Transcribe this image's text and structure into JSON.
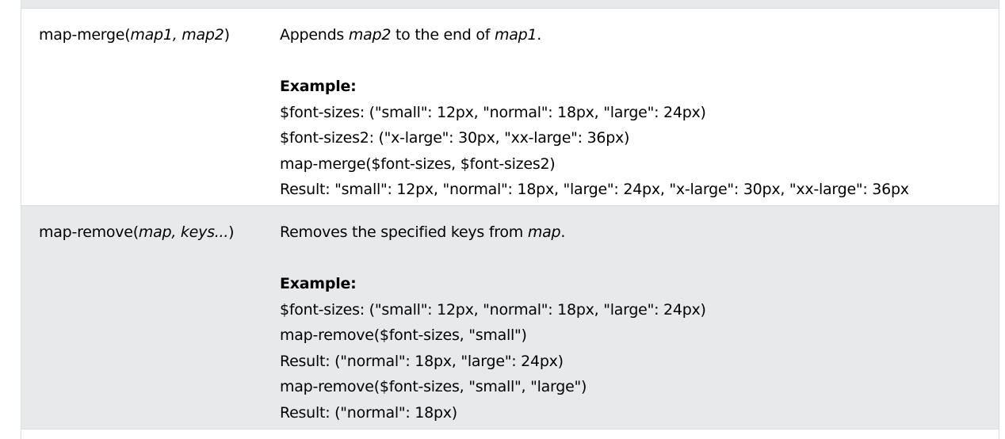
{
  "rows": [
    {
      "fn_name": "map-merge(",
      "fn_args": "map1, map2",
      "fn_close": ")",
      "desc_pre": "Appends ",
      "desc_em1": "map2",
      "desc_mid": " to the end of ",
      "desc_em2": "map1",
      "desc_post": ".",
      "example_label": "Example:",
      "example_lines": [
        "$font-sizes: (\"small\": 12px, \"normal\": 18px, \"large\": 24px)",
        "$font-sizes2: (\"x-large\": 30px, \"xx-large\": 36px)",
        "map-merge($font-sizes, $font-sizes2)",
        "Result: \"small\": 12px, \"normal\": 18px, \"large\": 24px, \"x-large\": 30px, \"xx-large\": 36px"
      ]
    },
    {
      "fn_name": "map-remove(",
      "fn_args": "map, keys...",
      "fn_close": ")",
      "desc_pre": "Removes the specified keys from ",
      "desc_em1": "map",
      "desc_post": ".",
      "example_label": "Example:",
      "example_lines": [
        "$font-sizes: (\"small\": 12px, \"normal\": 18px, \"large\": 24px)",
        "map-remove($font-sizes, \"small\")",
        "Result: (\"normal\": 18px, \"large\": 24px)",
        "map-remove($font-sizes, \"small\", \"large\")",
        "Result: (\"normal\": 18px)"
      ]
    }
  ]
}
